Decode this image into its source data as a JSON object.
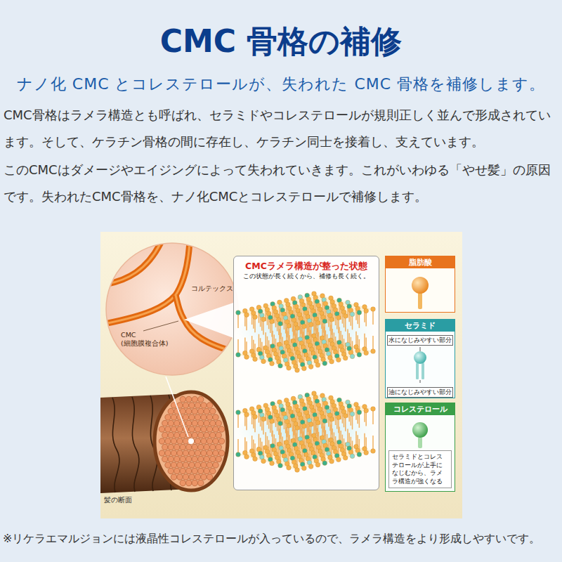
{
  "diagram": {
    "title": "CMC 骨格の補修",
    "caption": "※リケラエマルジョンには液晶性コレステロールが入っているので、ラメラ構造をより形成しやすいです。",
    "nodes": [
      {
        "text": [
          "コルテックス",
          "CMC (細胞膜複合体)"
        ]
      },
      {
        "text": [
          "CMCラメラ構造が整った状態",
          "この状態が長く続くから、補修も長く続く。"
        ]
      },
      {
        "text": [
          "脂肪酸"
        ]
      },
      {
        "text": [
          "セラミド",
          "水になじみやすい部分",
          "油になじみやすい部分"
        ]
      },
      {
        "text": [
          "コレステロール",
          "セラミドとコレステロールが上手になじむから、ラメラ構造が強くなる"
        ]
      }
    ],
    "labels": [
      "ナノ化 CMC とコレステロールが、失われた CMC 骨格を補修します。",
      "CMC骨格はラメラ構造とも呼ばれ、セラミドやコレステロールが規則正しく並んで形成されています。そして、ケラチン骨格の間に存在し、ケラチン同士を接着し、支えています。",
      "このCMCはダメージやエイジングによって失われていきます。これがいわゆる「やせ髪」の原因です。失われたCMC骨格を、ナノ化CMCとコレステロールで補修します。",
      "髪の断面"
    ]
  }
}
